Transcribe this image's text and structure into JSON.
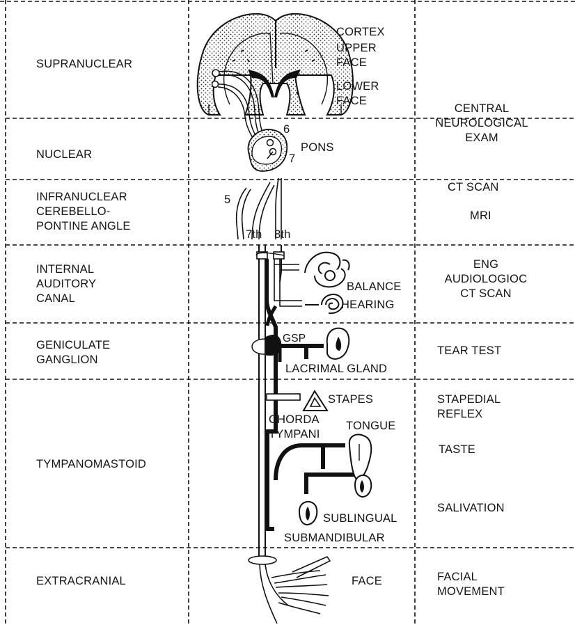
{
  "levels": [
    {
      "name": "SUPRANUCLEAR",
      "test": ""
    },
    {
      "name": "NUCLEAR",
      "test": "CENTRAL\nNEUROLOGICAL\nEXAM"
    },
    {
      "name": "INFRANUCLEAR\nCEREBELLO-\nPONTINE ANGLE",
      "test": "CT SCAN"
    },
    {
      "name": "INTERNAL\nAUDITORY\nCANAL",
      "test": "ENG\nAUDIOLOGIOC\nCT SCAN"
    },
    {
      "name": "GENICULATE\nGANGLION",
      "test": "TEAR TEST"
    },
    {
      "name": "TYMPANOMASTOID",
      "test": "STAPEDIAL\nREFLEX"
    },
    {
      "name": "EXTRACRANIAL",
      "test": "FACIAL\nMOVEMENT"
    }
  ],
  "tests_extra": {
    "mri": "MRI",
    "taste": "TASTE",
    "salivation": "SALIVATION"
  },
  "cortex": {
    "title": "CORTEX",
    "upper_face": "UPPER\nFACE",
    "lower_face": "LOWER\nFACE"
  },
  "pons": {
    "label": "PONS",
    "nucleus_6": "6",
    "nucleus_7": "7"
  },
  "nerves": {
    "fifth": "5",
    "seventh": "7th",
    "eighth": "8th"
  },
  "structures": {
    "balance": "BALANCE",
    "hearing": "HEARING",
    "gsp": "GSP",
    "lacrimal_gland": "LACRIMAL GLAND",
    "stapes": "STAPES",
    "chorda_tympani": "CHORDA\nTYMPANI",
    "tongue": "TONGUE",
    "sublingual": "SUBLINGUAL",
    "submandibular": "SUBMANDIBULAR",
    "face": "FACE"
  }
}
